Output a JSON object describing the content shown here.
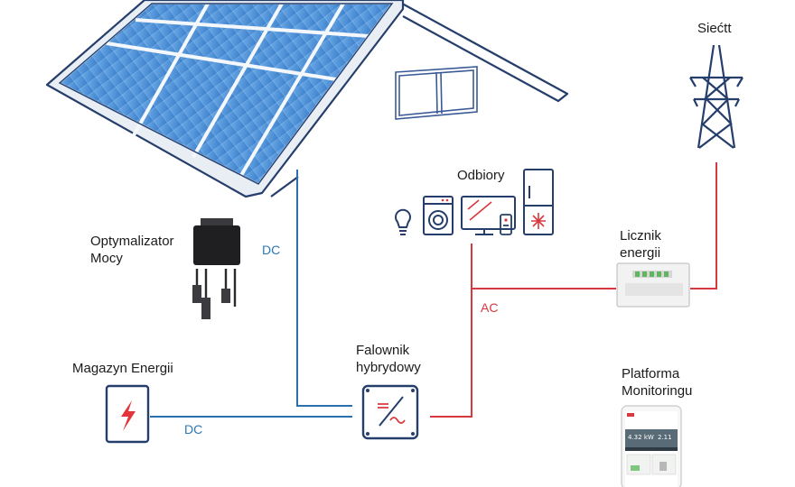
{
  "labels": {
    "grid": "Siećtt",
    "loads": "Odbiory",
    "optimizer_line1": "Optymalizator",
    "optimizer_line2": "Mocy",
    "meter_line1": "Licznik",
    "meter_line2": "energii",
    "storage": "Magazyn Energii",
    "inverter_line1": "Falownik",
    "inverter_line2": "hybrydowy",
    "monitoring_line1": "Platforma",
    "monitoring_line2": "Monitoringu"
  },
  "line_labels": {
    "dc_roof": "DC",
    "dc_storage": "DC",
    "ac": "AC"
  },
  "colors": {
    "dc_line": "#2b6fb0",
    "ac_line": "#d8393f",
    "outline": "#253e6b",
    "panel_fill": "#4a90d9",
    "text": "#1b1b1b"
  },
  "icons": [
    "solar-panel-icon",
    "house-window-icon",
    "power-pylon-icon",
    "light-bulb-icon",
    "washing-machine-icon",
    "tv-icon",
    "remote-icon",
    "fridge-icon",
    "optimizer-icon",
    "energy-meter-icon",
    "battery-icon",
    "inverter-icon",
    "phone-icon"
  ],
  "phone_screen": {
    "kw_value": "4.32",
    "kw_unit": "kW",
    "side_value": "2.11"
  }
}
